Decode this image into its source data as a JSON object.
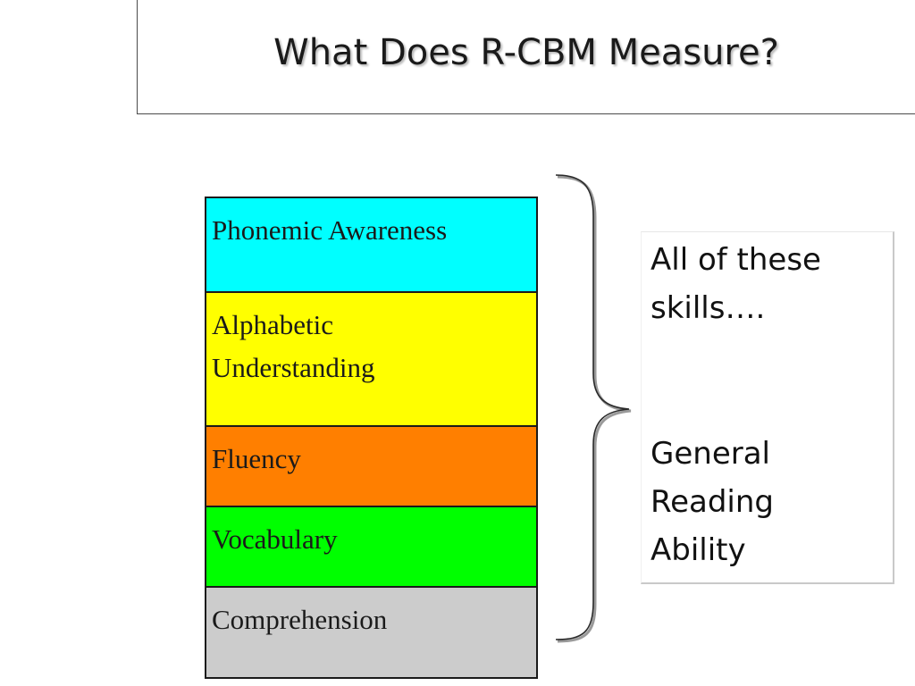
{
  "slide": {
    "title": "What Does R-CBM Measure?"
  },
  "skills": [
    {
      "label": "Phonemic Awareness",
      "color": "#00ffff"
    },
    {
      "label": "Alphabetic\nUnderstanding",
      "color": "#ffff00"
    },
    {
      "label": "Fluency",
      "color": "#ff7f00"
    },
    {
      "label": "Vocabulary",
      "color": "#00ff00"
    },
    {
      "label": "Comprehension",
      "color": "#cccccc"
    }
  ],
  "callout": {
    "intro": "All of these\nskills….",
    "conclusion": "General\nReading\nAbility"
  }
}
